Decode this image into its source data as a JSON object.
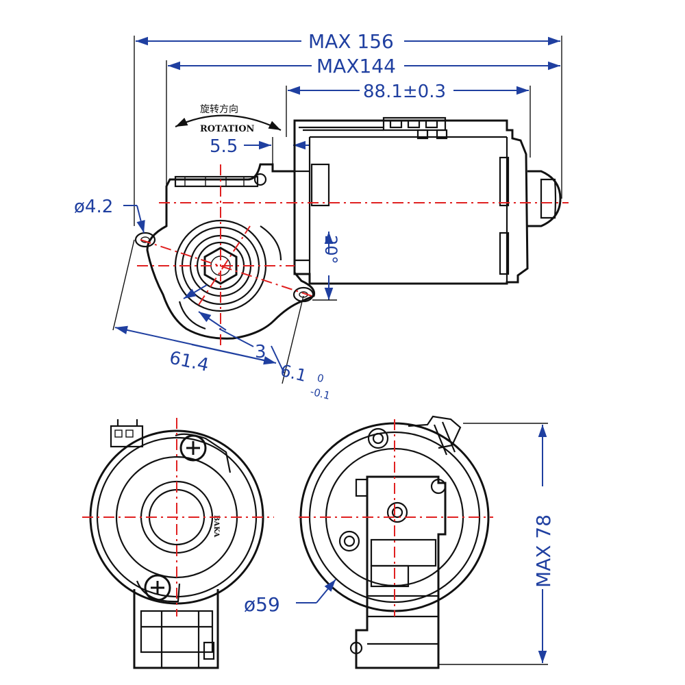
{
  "dimensions": {
    "max_length": "MAX 156",
    "max_body": "MAX144",
    "motor_len": "88.1±0.3",
    "offset": "5.5",
    "hole_dia": "ø4.2",
    "angle": "20°",
    "span": "61.4",
    "hex": "3",
    "shaft_main": "6.1",
    "shaft_tol_top": "0",
    "shaft_tol_bot": "-0.1",
    "diameter": "ø59",
    "max_height": "MAX 78"
  },
  "rotation": {
    "cn": "旋转方向",
    "en": "ROTATION"
  },
  "marking": "BAKA"
}
